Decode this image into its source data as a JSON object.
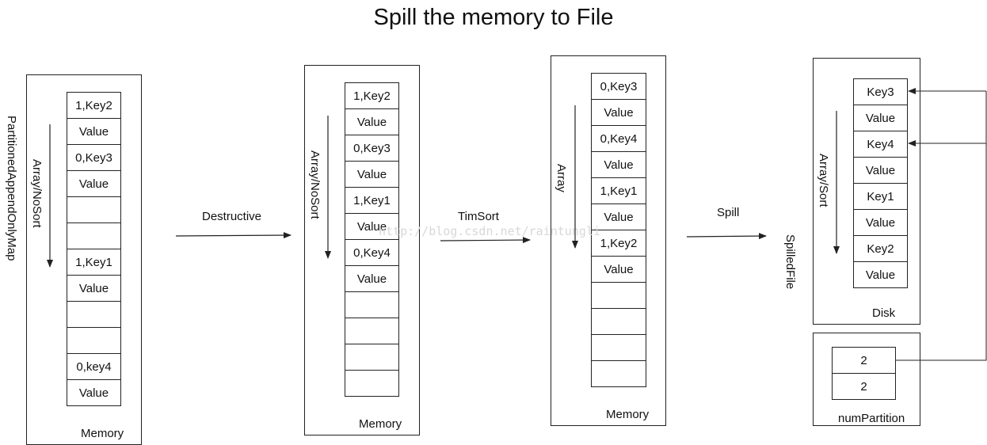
{
  "title": "Spill the memory to File",
  "stages": [
    {
      "id": "map",
      "side_label": "PartitionedAppendOnlyMap",
      "array_label": "Array/NoSort",
      "container_label": "Memory",
      "cells": [
        "1,Key2",
        "Value",
        "0,Key3",
        "Value",
        "",
        "",
        "1,Key1",
        "Value",
        "",
        "",
        "0,key4",
        "Value"
      ]
    },
    {
      "id": "destructive",
      "array_label": "Array/NoSort",
      "container_label": "Memory",
      "cells": [
        "1,Key2",
        "Value",
        "0,Key3",
        "Value",
        "1,Key1",
        "Value",
        "0,Key4",
        "Value",
        "",
        "",
        "",
        ""
      ]
    },
    {
      "id": "sorted",
      "array_label": "Array",
      "container_label": "Memory",
      "cells": [
        "0,Key3",
        "Value",
        "0,Key4",
        "Value",
        "1,Key1",
        "Value",
        "1,Key2",
        "Value",
        "",
        "",
        "",
        ""
      ]
    },
    {
      "id": "disk",
      "side_label": "SpilledFile",
      "array_label": "Array/Sort",
      "container_label": "Disk",
      "cells": [
        "Key3",
        "Value",
        "Key4",
        "Value",
        "Key1",
        "Value",
        "Key2",
        "Value"
      ]
    }
  ],
  "partition_box": {
    "label": "numPartition",
    "cells": [
      "2",
      "2"
    ]
  },
  "transitions": [
    "Destructive",
    "TimSort",
    "Spill"
  ],
  "watermark": "http://blog.csdn.net/raintungli"
}
